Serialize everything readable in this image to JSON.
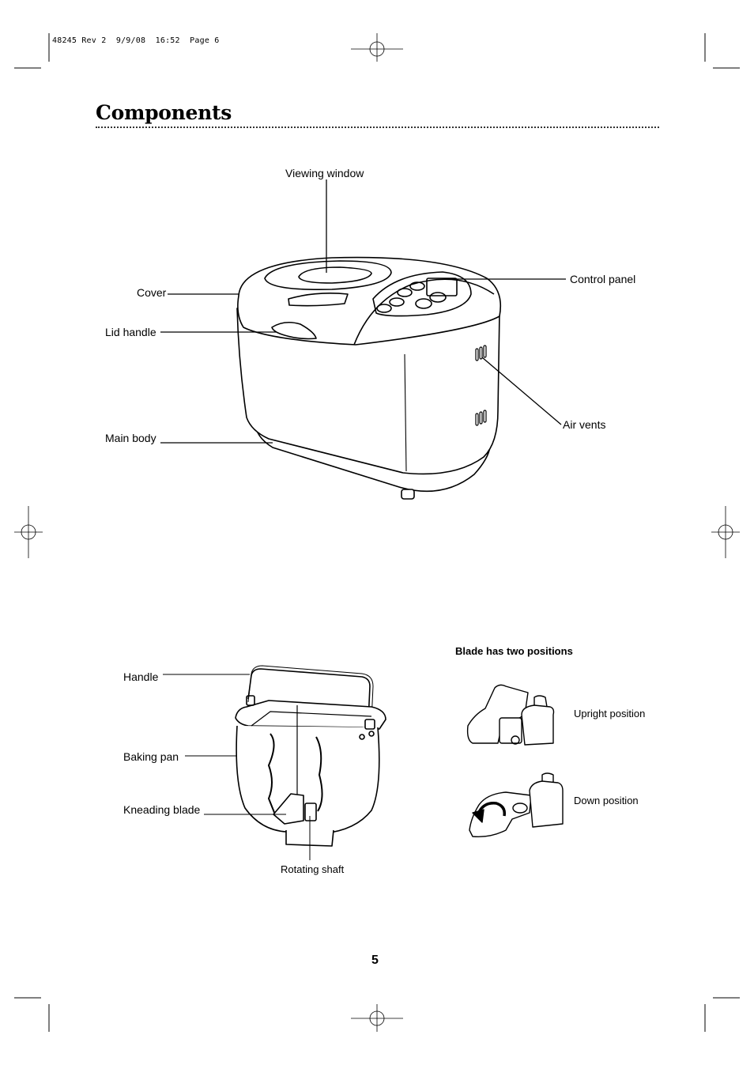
{
  "slug": "48245 Rev 2  9/9/08  16:52  Page 6",
  "page": {
    "title": "Components",
    "page_number": "5"
  },
  "machine_labels": {
    "viewing_window": "Viewing window",
    "control_panel": "Control panel",
    "cover": "Cover",
    "lid_handle": "Lid handle",
    "air_vents": "Air vents",
    "main_body": "Main body"
  },
  "pan_labels": {
    "handle": "Handle",
    "baking_pan": "Baking pan",
    "kneading_blade": "Kneading blade",
    "rotating_shaft": "Rotating shaft"
  },
  "blade_section": {
    "heading": "Blade has two positions",
    "upright": "Upright position",
    "down": "Down position"
  }
}
